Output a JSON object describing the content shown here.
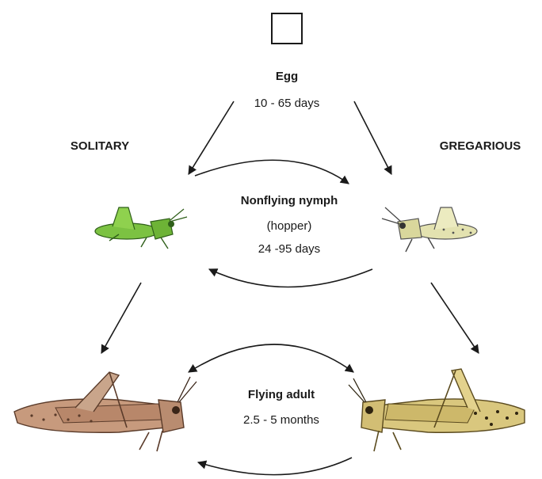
{
  "egg": {
    "label": "Egg",
    "duration": "10 - 65 days"
  },
  "phases": {
    "left": "SOLITARY",
    "right": "GREGARIOUS"
  },
  "nymph": {
    "label": "Nonflying nymph",
    "sublabel": "(hopper)",
    "duration": "24 -95 days"
  },
  "adult": {
    "label": "Flying adult",
    "duration": "2.5 - 5 months"
  },
  "colors": {
    "solitary_nymph": "#7cc242",
    "gregarious_nymph": "#e3e2b0",
    "solitary_adult": "#c79a7d",
    "gregarious_adult": "#d9c77e",
    "arrow": "#1a1a1a"
  }
}
